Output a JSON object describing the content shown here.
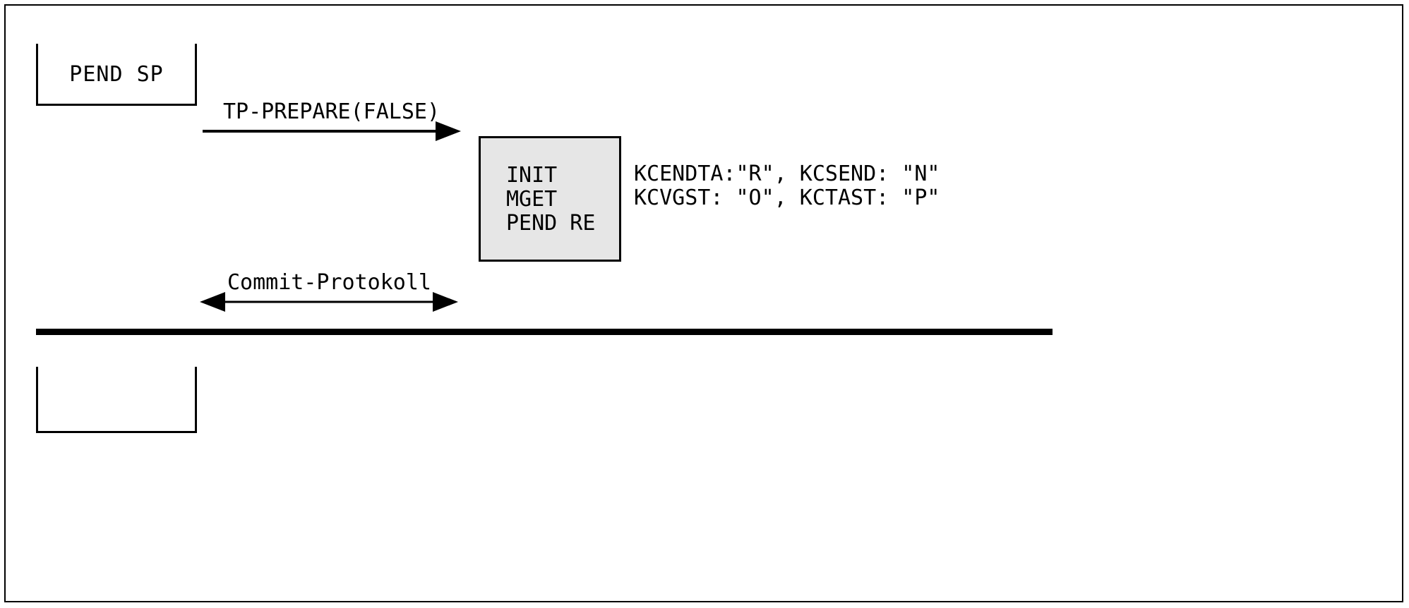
{
  "diagram": {
    "title": "Commit protocol sequence diagram",
    "background_color": "#ffffff",
    "line_color": "#000000",
    "state_box_fill": "#e6e6e6"
  },
  "boxes": {
    "pend_sp": {
      "label": "PEND SP",
      "style": "open-top rectangle"
    },
    "bottom_partial": {
      "label": "",
      "style": "open-top rectangle"
    },
    "state": {
      "lines": "INIT\nMGET\nPEND RE",
      "line_1": "INIT",
      "line_2": "MGET",
      "line_3": "PEND RE",
      "fill": "#e6e6e6"
    }
  },
  "attributes": {
    "text": "KCENDTA:\"R\", KCSEND: \"N\"\nKCVGST: \"O\", KCTAST: \"P\"",
    "line_1": "KCENDTA:\"R\", KCSEND: \"N\"",
    "line_2": "KCVGST: \"O\", KCTAST: \"P\""
  },
  "arrows": [
    {
      "id": "tp-prepare",
      "label": "TP-PREPARE(FALSE)",
      "direction": "right",
      "heads": 1
    },
    {
      "id": "commit-protokoll",
      "label": "Commit-Protokoll",
      "direction": "both",
      "heads": 2
    }
  ],
  "separator": {
    "name": "thick-horizontal-rule",
    "color": "#000000"
  }
}
